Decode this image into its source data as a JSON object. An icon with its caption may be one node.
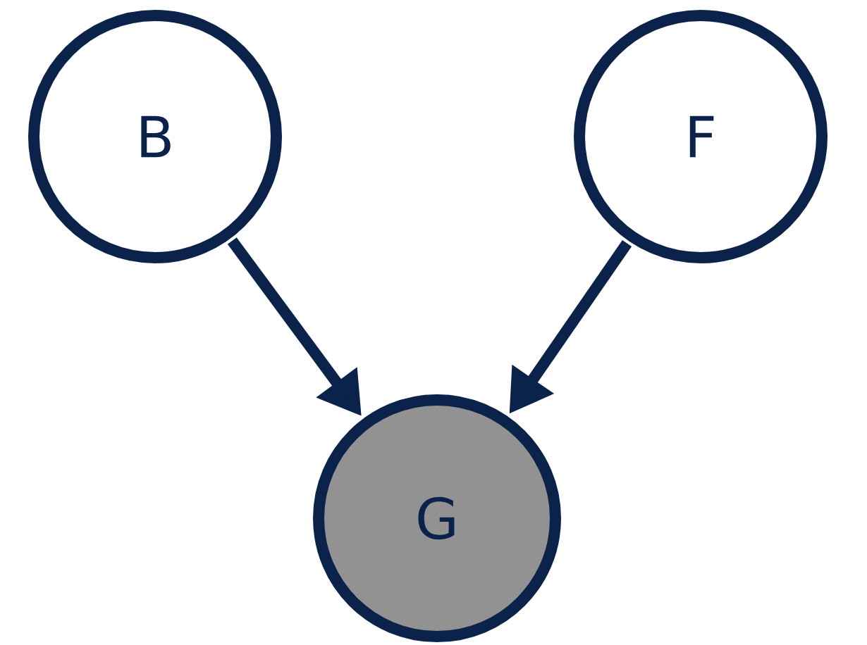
{
  "diagram": {
    "nodes": [
      {
        "text": [
          "B"
        ]
      },
      {
        "text": [
          "F"
        ]
      },
      {
        "text": [
          "G"
        ]
      }
    ],
    "edges": [
      {
        "from": 0,
        "to": 2,
        "arrow": "to"
      },
      {
        "from": 1,
        "to": 2,
        "arrow": "to"
      }
    ]
  }
}
